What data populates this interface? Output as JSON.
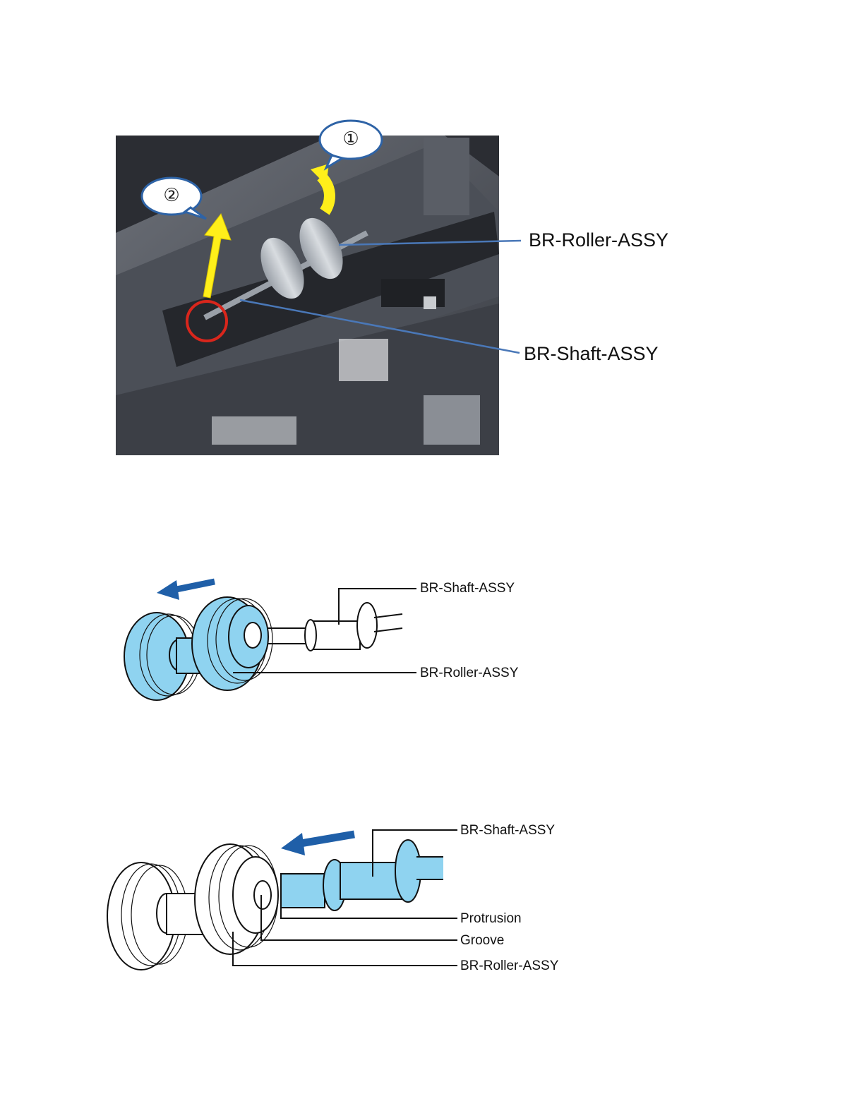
{
  "figure1": {
    "callouts": [
      "①",
      "②"
    ],
    "labels": {
      "roller": "BR-Roller-ASSY",
      "shaft": "BR-Shaft-ASSY"
    }
  },
  "figure2": {
    "labels": {
      "shaft": "BR-Shaft-ASSY",
      "roller": "BR-Roller-ASSY"
    },
    "colors": {
      "highlight": "#8fd3f0",
      "arrow": "#1f5fa8"
    }
  },
  "figure3": {
    "labels": {
      "shaft": "BR-Shaft-ASSY",
      "protrusion": "Protrusion",
      "groove": "Groove",
      "roller": "BR-Roller-ASSY"
    },
    "colors": {
      "highlight": "#8fd3f0",
      "arrow": "#1f5fa8"
    }
  }
}
